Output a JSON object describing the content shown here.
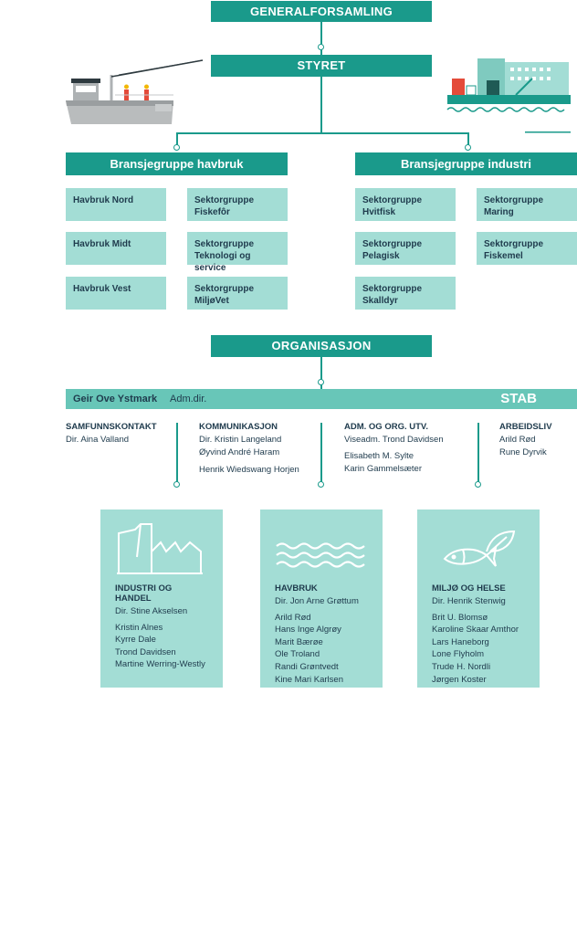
{
  "top": {
    "generalforsamling": "GENERALFORSAMLING",
    "styret": "STYRET"
  },
  "groups": {
    "havbruk": {
      "title": "Bransjegruppe havbruk",
      "boxes": [
        "Havbruk Nord",
        "Havbruk Midt",
        "Havbruk Vest"
      ],
      "sektor": [
        [
          "Sektorgruppe",
          "Fiskefôr"
        ],
        [
          "Sektorgruppe",
          "Teknologi og service"
        ],
        [
          "Sektorgruppe",
          "MiljøVet"
        ]
      ]
    },
    "industri": {
      "title": "Bransjegruppe industri",
      "left": [
        [
          "Sektorgruppe",
          "Hvitfisk"
        ],
        [
          "Sektorgruppe",
          "Pelagisk"
        ],
        [
          "Sektorgruppe",
          "Skalldyr"
        ]
      ],
      "right": [
        [
          "Sektorgruppe",
          "Maring"
        ],
        [
          "Sektorgruppe",
          "Fiskemel"
        ]
      ]
    }
  },
  "organisasjon": "ORGANISASJON",
  "stab": {
    "name": "Geir Ove Ystmark",
    "role": "Adm.dir.",
    "label": "STAB"
  },
  "stab_columns": [
    {
      "title": "SAMFUNNSKONTAKT",
      "lines": [
        "Dir. Aina Valland"
      ]
    },
    {
      "title": "KOMMUNIKASJON",
      "lines": [
        "Dir. Kristin Langeland",
        "Øyvind André Haram",
        "Henrik Wiedswang Horjen"
      ]
    },
    {
      "title": "ADM. OG ORG. UTV.",
      "lines": [
        "Viseadm. Trond Davidsen",
        "Elisabeth M. Sylte",
        "Karin Gammelsæter"
      ]
    },
    {
      "title": "ARBEIDSLIV",
      "lines": [
        "Arild Rød",
        "Rune Dyrvik"
      ]
    }
  ],
  "departments": [
    {
      "icon": "factory-icon",
      "title": "INDUSTRI OG HANDEL",
      "lines": [
        "Dir. Stine Akselsen",
        "Kristin Alnes",
        "Kyrre Dale",
        "Trond Davidsen",
        "Martine Werring-Westly"
      ]
    },
    {
      "icon": "waves-icon",
      "title": "HAVBRUK",
      "lines": [
        "Dir. Jon Arne Grøttum",
        "Arild Rød",
        "Hans Inge Algrøy",
        "Marit Bærøe",
        "Ole Troland",
        "Randi Grøntvedt",
        "Kine Mari Karlsen"
      ]
    },
    {
      "icon": "fish-icon",
      "title": "MILJØ OG HELSE",
      "lines": [
        "Dir. Henrik Stenwig",
        "Brit U. Blomsø",
        "Karoline Skaar Amthor",
        "Lars Haneborg",
        "Lone Flyholm",
        "Trude H. Nordli",
        "Jørgen Koster"
      ]
    }
  ],
  "colors": {
    "teal": "#1a9a8b",
    "light": "#a3ddd5",
    "text": "#1f3b4d",
    "stab": "#68c6b8"
  }
}
